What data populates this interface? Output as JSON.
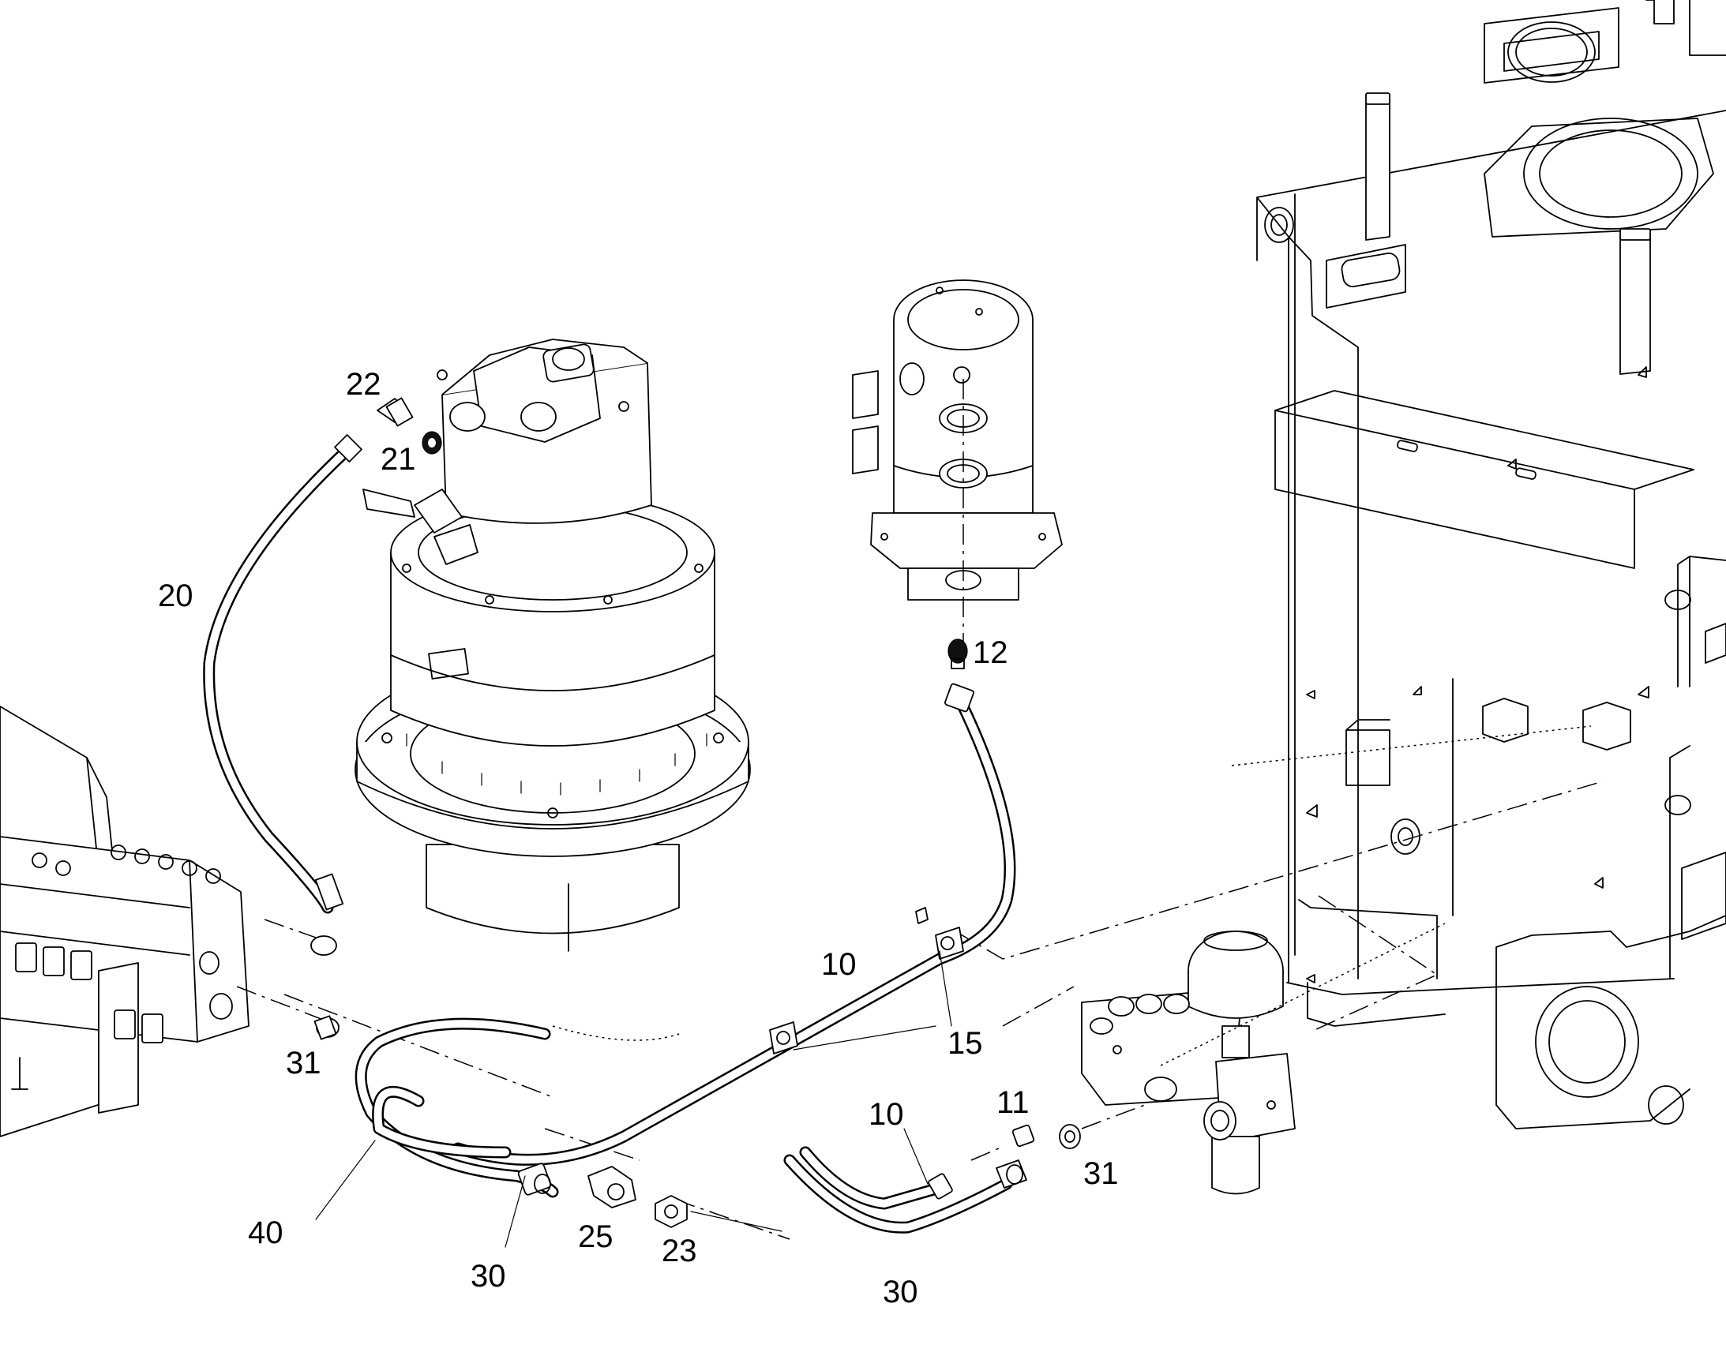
{
  "callouts": {
    "c10a": "10",
    "c10b": "10",
    "c11": "11",
    "c12": "12",
    "c15": "15",
    "c20": "20",
    "c21": "21",
    "c22": "22",
    "c23": "23",
    "c25": "25",
    "c30a": "30",
    "c30b": "30",
    "c31a": "31",
    "c31b": "31",
    "c40": "40"
  }
}
